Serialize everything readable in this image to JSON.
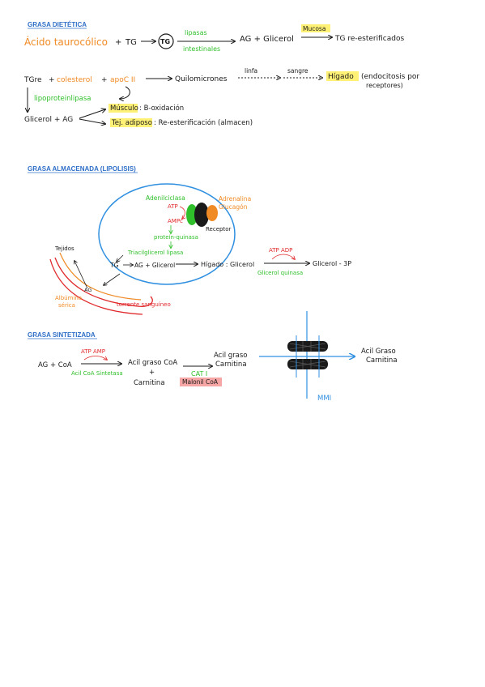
{
  "colors": {
    "section": "#2f6fc7",
    "black": "#1a1a1a",
    "orange": "#f08a24",
    "green": "#2fbf2a",
    "red": "#e0282a",
    "blue": "#2f8fe0",
    "highlight": "#fff176",
    "highlight_red": "#f7a6a6"
  },
  "sections": {
    "dietetica": "GRASA DIETÉTICA",
    "almacenada": "GRASA ALMACENADA (LIPOLISIS)",
    "sintetizada": "GRASA SINTETIZADA"
  },
  "dietetica": {
    "acido": "Ácido taurocólico",
    "plus1": "+",
    "tg": "TG",
    "tg_circle": "TG",
    "lipasas": "lipasas",
    "intestinales": "intestinales",
    "ag_glicerol": "AG + Glicerol",
    "mucosa": "Mucosa",
    "tg_reest": "TG re-esterificados",
    "tgre": "TGre",
    "plus2": "+",
    "colesterol": "colesterol",
    "plus3": "+",
    "apocii": "apoC II",
    "quilomicrones": "Quilomicrones",
    "linfa": "linfa",
    "sangre": "sangre",
    "higado": "Hígado",
    "endocitosis": "(endocitosis por",
    "receptores": "receptores)",
    "lipoproteinlipasa": "lipoproteinlipasa",
    "glicerol_ag": "Glicerol + AG",
    "musculo": "Músculo",
    "musculo_txt": ": B-oxidación",
    "tejadiposo": "Tej. adiposo",
    "tejadiposo_txt": ": Re-esterificación (almacen)"
  },
  "almacenada": {
    "adenilciclasa": "Adenilciclasa",
    "atp": "ATP",
    "ampc": "AMPc",
    "proteinquinasa": "proteín-quinasa",
    "triacilglicerol": "Triacilglicerol lipasa",
    "adrenalina": "Adrenalina",
    "glucagon": "Glucagón",
    "receptor": "Receptor",
    "tg": "TG",
    "ag_glicerol": "AG + Glicerol",
    "higado_glicerol": "Hígado : Glicerol",
    "atp_adp": "ATP  ADP",
    "glicerol3p": "Glicerol - 3P",
    "glicerolquinasa": "Glicerol quinasa",
    "tejidos": "Tejidos",
    "ag": "AG",
    "albumina1": "Albúmina",
    "albumina2": "sérica",
    "torrente": "torrente sanguíneo"
  },
  "sintetizada": {
    "ag_coa": "AG + CoA",
    "atp_amp": "ATP  AMP",
    "acilcoa_sint": "Acil CoA Sintetasa",
    "acilgraso_coa": "Acil graso CoA",
    "plus": "+",
    "carnitina": "Carnitina",
    "acilgraso1": "Acil graso",
    "carnitina1": "Carnitina",
    "cat1": "CAT I",
    "malonil": "Malonil CoA",
    "acilgraso2": "Acil Graso",
    "carnitina2": "Carnitina",
    "mmi": "MMI"
  }
}
